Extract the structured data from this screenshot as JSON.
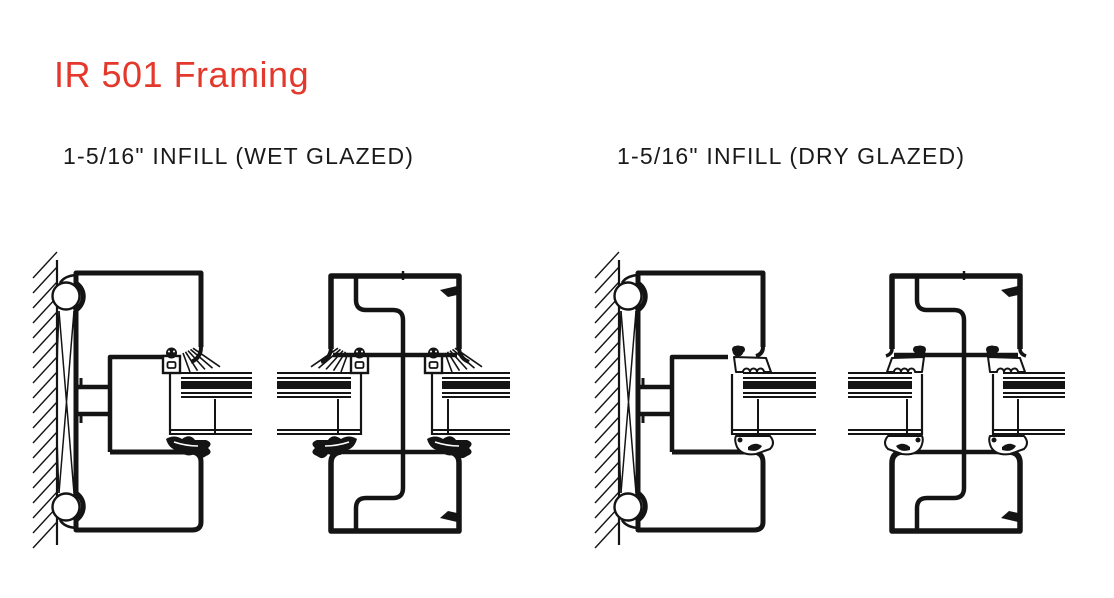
{
  "page": {
    "title": "IR 501 Framing",
    "accent_color": "#E3382B",
    "line_color": "#141414",
    "background": "#FFFFFF"
  },
  "figures": [
    {
      "caption": "1-5/16\" INFILL (WET GLAZED)"
    },
    {
      "caption": "1-5/16\" INFILL (DRY GLAZED)"
    }
  ]
}
